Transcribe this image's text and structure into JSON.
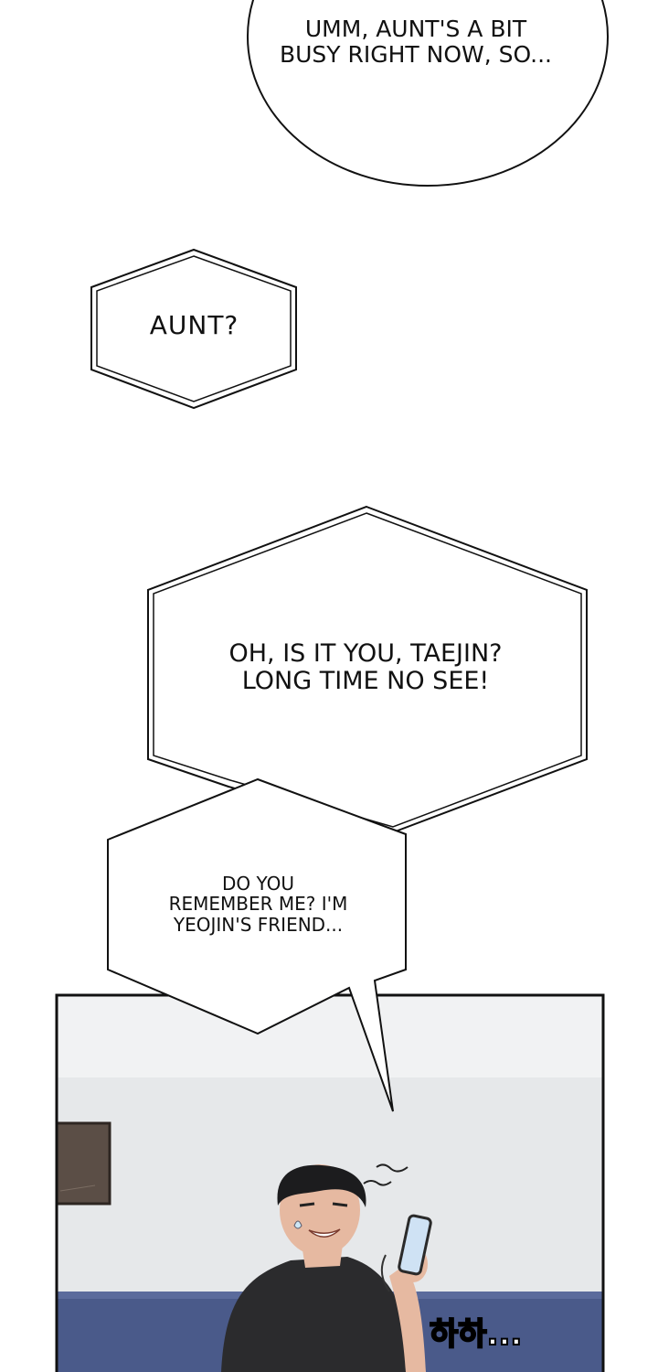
{
  "bubbles": {
    "top_speech": "UMM, AUNT'S A BIT\nBUSY RIGHT NOW, SO...",
    "aunt_question": "AUNT?",
    "taejin_greeting": "OH, IS IT YOU, TAEJIN?\nLONG TIME NO SEE!",
    "remember_me": "DO YOU\nREMEMBER ME? I'M\nYEOJIN'S FRIEND..."
  },
  "sfx": {
    "laugh": "하하..."
  },
  "colors": {
    "background": "#ffffff",
    "wall": "#e6e8ea",
    "couch": "#4a5a8a",
    "shirt": "#2b2b2d",
    "hair": "#1c1c1e",
    "skin": "#e6b9a1",
    "frame": "#5b4e46",
    "phone": "#cfe2f4"
  }
}
